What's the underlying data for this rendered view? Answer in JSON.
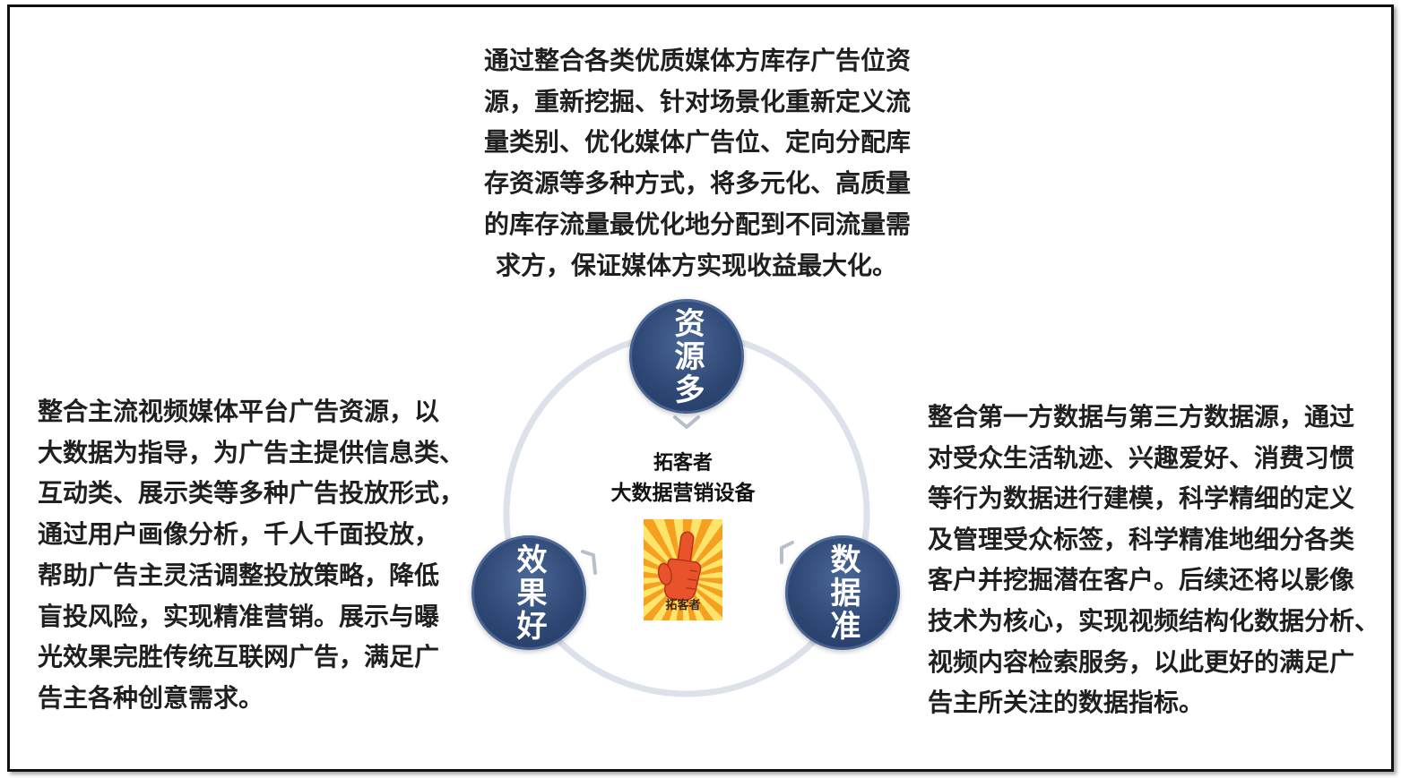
{
  "colors": {
    "node_fill": "#2d4673",
    "ring": "#dde2ea",
    "text": "#1f1f1f",
    "logo_orange": "#f6a01f",
    "logo_yellow": "#fde46b",
    "hand": "#e9532b"
  },
  "top_block": {
    "lines": [
      "通过整合各类优质媒体方库存广告位资",
      "源，重新挖掘、针对场景化重新定义流",
      "量类别、优化媒体广告位、定向分配库",
      "存资源等多种方式，将多元化、高质量",
      "的库存流量最优化地分配到不同流量需",
      "求方，保证媒体方实现收益最大化。"
    ]
  },
  "left_block": {
    "lines": [
      "整合主流视频媒体平台广告资源，以",
      "大数据为指导，为广告主提供信息类、",
      "互动类、展示类等多种广告投放形式，",
      "通过用户画像分析，千人千面投放，",
      "帮助广告主灵活调整投放策略，降低",
      "盲投风险，实现精准营销。展示与曝",
      "光效果完胜传统互联网广告，满足广",
      "告主各种创意需求。"
    ]
  },
  "right_block": {
    "lines": [
      "整合第一方数据与第三方数据源，通过",
      "对受众生活轨迹、兴趣爱好、消费习惯",
      "等行为数据进行建模，科学精细的定义",
      "及管理受众标签，科学精准地细分各类",
      "客户并挖掘潜在客户。后续还将以影像",
      "技术为核心，实现视频结构化数据分析、",
      "视频内容检索服务，以此更好的满足广",
      "告主所关注的数据指标。"
    ]
  },
  "nodes": {
    "top": {
      "label": "资源多"
    },
    "bottom_left": {
      "label": "效果好"
    },
    "bottom_right": {
      "label": "数据准"
    }
  },
  "center": {
    "title": "拓客者",
    "subtitle": "大数据营销设备"
  },
  "logo": {
    "icon": "pointing-hand-icon",
    "label": "拓客者"
  }
}
